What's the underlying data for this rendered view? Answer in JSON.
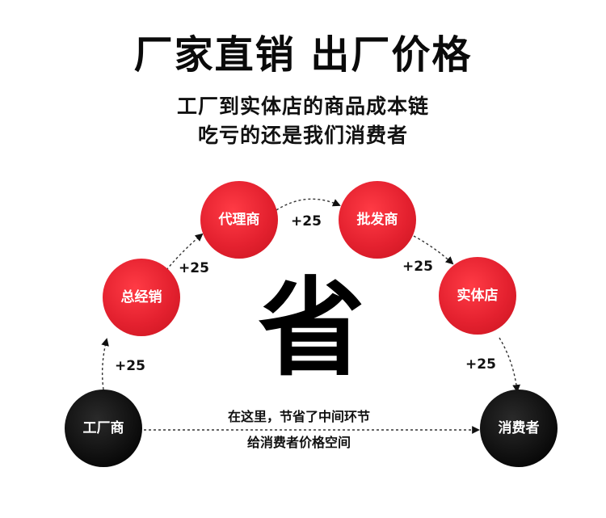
{
  "heading": {
    "title": "厂家直销 出厂价格",
    "line1": "工厂到实体店的商品成本链",
    "line2": "吃亏的还是我们消费者"
  },
  "center_char": "省",
  "nodes": {
    "factory": "工厂商",
    "distributor": "总经销",
    "agent": "代理商",
    "wholesaler": "批发商",
    "store": "实体店",
    "consumer": "消费者"
  },
  "markups": {
    "factory_to_distributor": "+25",
    "distributor_to_agent": "+25",
    "agent_to_wholesaler": "+25",
    "wholesaler_to_store": "+25",
    "store_to_consumer": "+25"
  },
  "direct_route": {
    "line1": "在这里，节省了中间环节",
    "line2": "给消费者价格空间"
  },
  "colors": {
    "red": "#e4212f",
    "black": "#0a0a0a"
  }
}
